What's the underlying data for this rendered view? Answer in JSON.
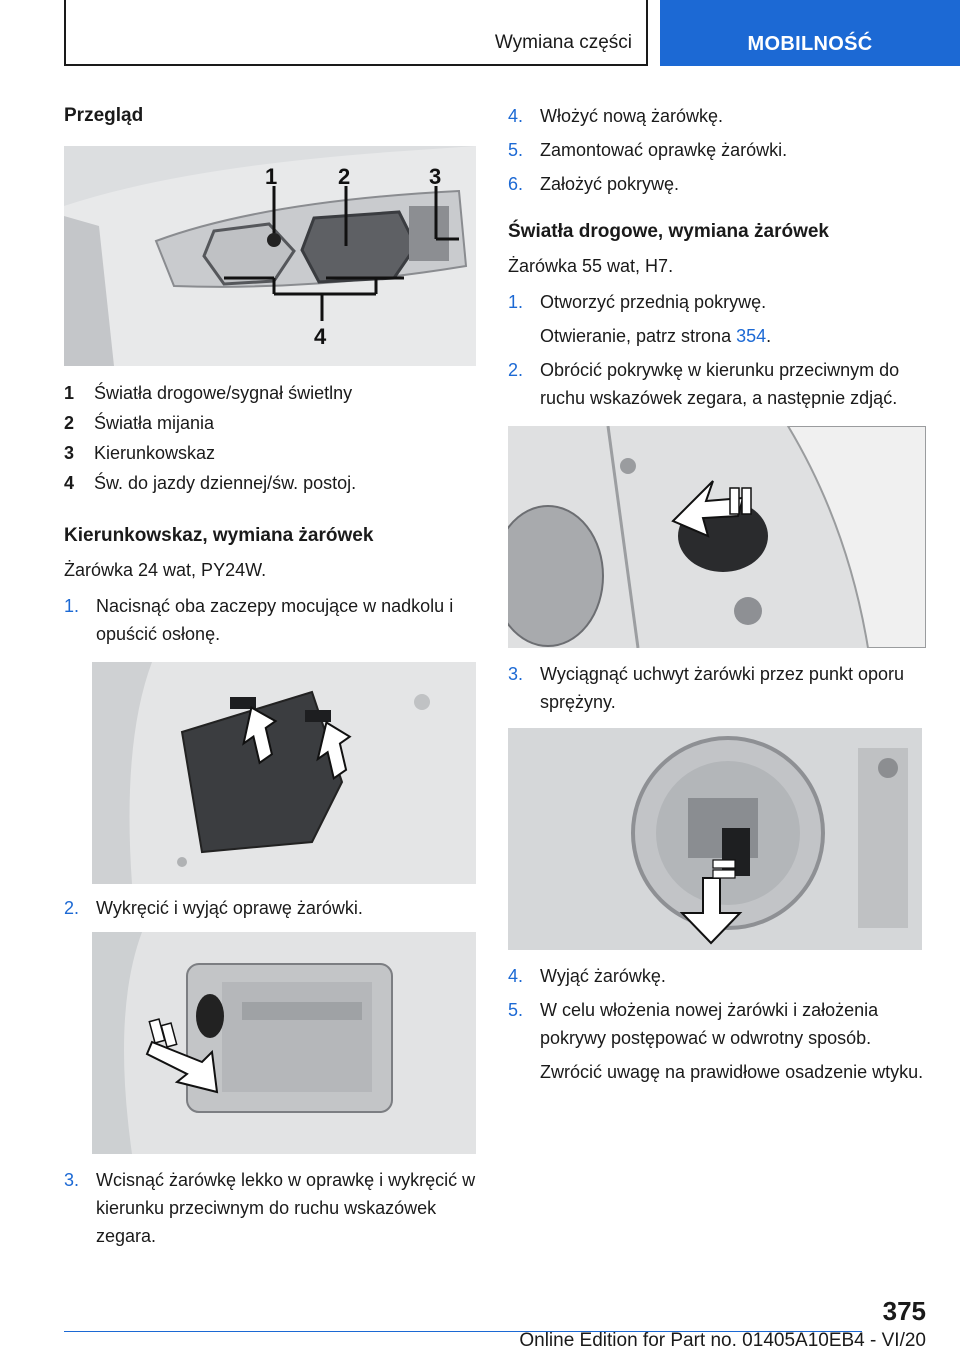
{
  "header": {
    "section": "Wymiana części",
    "tab": "MOBILNOŚĆ"
  },
  "left": {
    "title": "Przegląd",
    "legend": [
      {
        "n": "1",
        "text": "Światła drogowe/sygnał świetlny"
      },
      {
        "n": "2",
        "text": "Światła mijania"
      },
      {
        "n": "3",
        "text": "Kierunkowskaz"
      },
      {
        "n": "4",
        "text": "Św. do jazdy dziennej/św. postoj."
      }
    ],
    "figure_labels": [
      "1",
      "2",
      "3",
      "4"
    ],
    "sub_title": "Kierunkowskaz, wymiana żarówek",
    "sub_intro": "Żarówka 24 wat, PY24W.",
    "steps": [
      {
        "n": "1.",
        "text": "Nacisnąć oba zaczepy mocujące w nadkolu i opuścić osłonę."
      },
      {
        "n": "2.",
        "text": "Wykręcić i wyjąć oprawę żarówki."
      },
      {
        "n": "3.",
        "text": "Wcisnąć żarówkę lekko w oprawkę i wykręcić w kierunku przeciwnym do ruchu wskazówek zegara."
      }
    ]
  },
  "right": {
    "steps_cont": [
      {
        "n": "4.",
        "text": "Włożyć nową żarówkę."
      },
      {
        "n": "5.",
        "text": "Zamontować oprawkę żarówki."
      },
      {
        "n": "6.",
        "text": "Założyć pokrywę."
      }
    ],
    "title": "Światła drogowe, wymiana żarówek",
    "intro": "Żarówka 55 wat, H7.",
    "step1": {
      "n": "1.",
      "text": "Otworzyć przednią pokrywę."
    },
    "step1_note_prefix": "Otwieranie, patrz strona ",
    "step1_note_link": "354",
    "step1_note_suffix": ".",
    "step2": {
      "n": "2.",
      "text": "Obrócić pokrywkę w kierunku przeciwnym do ruchu wskazówek zegara, a następnie zdjąć."
    },
    "step3": {
      "n": "3.",
      "text": "Wyciągnąć uchwyt żarówki przez punkt oporu sprężyny."
    },
    "step4": {
      "n": "4.",
      "text": "Wyjąć żarówkę."
    },
    "step5": {
      "n": "5.",
      "text": "W celu włożenia nowej żarówki i założenia pokrywy postępować w odwrotny sposób."
    },
    "step5_note": "Zwrócić uwagę na prawidłowe osadzenie wtyku."
  },
  "footer": {
    "page": "375",
    "edition": "Online Edition for Part no. 01405A10EB4 - VI/20"
  }
}
